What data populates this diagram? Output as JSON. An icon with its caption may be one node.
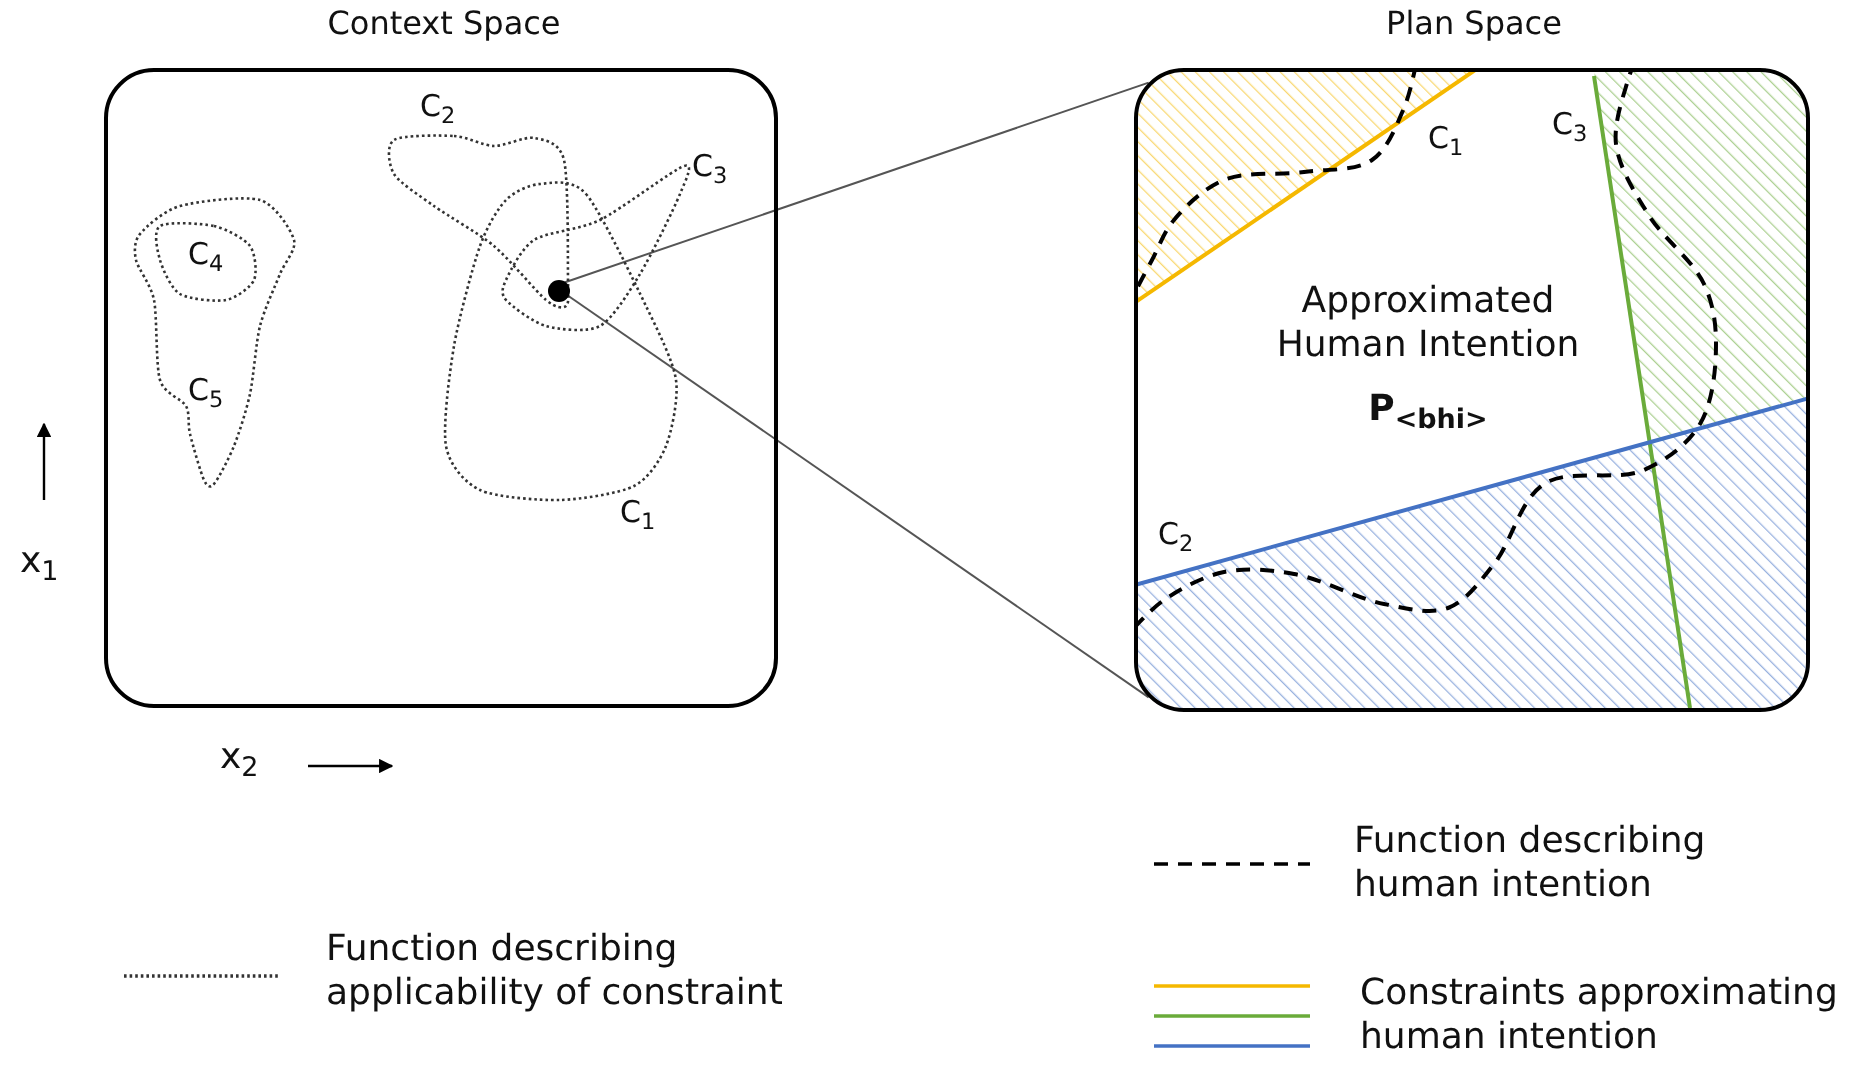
{
  "diagram": {
    "nodes": [
      {
        "text": [
          "Context Space"
        ]
      },
      {
        "text": [
          "Plan Space",
          "Approximated Human Intention",
          "P$_{<bhi>}$"
        ]
      },
      {
        "text": [],
        "shape": "circle",
        "in": 0
      }
    ],
    "edges": [
      {
        "from": 2,
        "to": 1,
        "arrow": "none"
      },
      {
        "from": 2,
        "to": 1,
        "arrow": "none"
      }
    ],
    "labels": [
      "C$_{2}$",
      "C$_{3}$",
      "C$_{4}$",
      "C$_{5}$",
      "C$_{1}$",
      "x$_{1}$",
      "x$_{2}$",
      "C$_{1}$",
      "C$_{3}$",
      "C$_{2}$"
    ],
    "legend": [
      {
        "text": "Function describing human intention"
      },
      {
        "text": "Function describing applicability of constraint"
      },
      {
        "text": "Constraints approximating human intention"
      }
    ]
  }
}
